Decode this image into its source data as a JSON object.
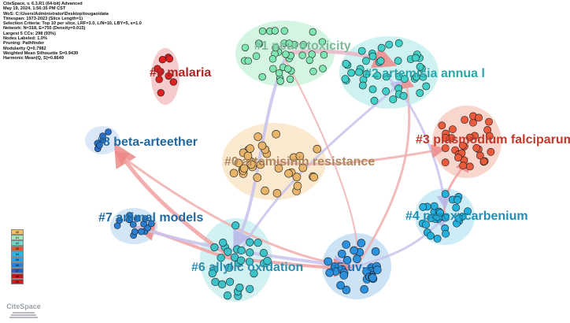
{
  "info_lines": [
    "CiteSpace, v. 6.3.R1 (64-bit) Advanced",
    "May 19, 2024, 1:56:35 PM CST",
    "WoS: C:\\Users\\Administrator\\Desktop\\tougao\\data",
    "Timespan: 1973-2023 (Slice Length=1)",
    "Selection Criteria: Top 10 per slice, LRF=3.0, L/N=10, LBY=5, e=1.0",
    "Network: N=318, E=755 (Density=0.015)",
    "Largest 5 CCs: 298 (93%)",
    "Nodes Labeled: 1.0%",
    "Pruning: Pathfinder",
    "Modularity Q=0.7982",
    "Weighted Mean Silhouette S=0.9439",
    "Harmonic Mean(Q, S)=0.8649"
  ],
  "clusters": [
    {
      "id": "c0",
      "label": "#0 artemisinin resistance",
      "label_color": "#b0875e",
      "node_color": "#e8b46a",
      "halo_color": "#fbe6c8"
    },
    {
      "id": "c1",
      "label": "#1 neurotoxicity",
      "label_color": "#7fb99a",
      "node_color": "#7ee6b0",
      "halo_color": "#cdf3dd"
    },
    {
      "id": "c2",
      "label": "#2 artemisia annua l",
      "label_color": "#2aa6a8",
      "node_color": "#3fd0c8",
      "halo_color": "#c6f0ee"
    },
    {
      "id": "c3",
      "label": "#3 plasmodium falciparum",
      "label_color": "#c0392b",
      "node_color": "#ea5a3c",
      "halo_color": "#f8cfc4"
    },
    {
      "id": "c4",
      "label": "#4 peroxycarbenium",
      "label_color": "#1f8fb3",
      "node_color": "#23b0df",
      "halo_color": "#c4e9f5"
    },
    {
      "id": "c5",
      "label": "#5 uv-c",
      "label_color": "#1f6fb3",
      "node_color": "#2b90dd",
      "halo_color": "#c3def5"
    },
    {
      "id": "c6",
      "label": "#6 allylic oxidation",
      "label_color": "#2f8fae",
      "node_color": "#3cc2c9",
      "halo_color": "#c9eff0"
    },
    {
      "id": "c7",
      "label": "#7 animal models",
      "label_color": "#1f6aa5",
      "node_color": "#2a7fd0",
      "halo_color": "#cde1f4"
    },
    {
      "id": "c8",
      "label": "#8 beta-arteether",
      "label_color": "#1f6aa5",
      "node_color": "#2a6fc9",
      "halo_color": "#d3e3f5"
    },
    {
      "id": "c9",
      "label": "#9 malaria",
      "label_color": "#b22222",
      "node_color": "#e02020",
      "halo_color": "#f5c2c2"
    }
  ],
  "legend": [
    {
      "text": "#0",
      "color": "#f0c060"
    },
    {
      "text": "#1",
      "color": "#a6e6b8"
    },
    {
      "text": "#2",
      "color": "#6ed9c9"
    },
    {
      "text": "#3",
      "color": "#e0553c"
    },
    {
      "text": "#4",
      "color": "#28b8e6"
    },
    {
      "text": "#5",
      "color": "#2aa0e8"
    },
    {
      "text": "#6",
      "color": "#2f7fd6"
    },
    {
      "text": "#7",
      "color": "#2a5fb8"
    },
    {
      "text": "#8",
      "color": "#b02020"
    },
    {
      "text": "#9",
      "color": "#cc1f1f"
    }
  ],
  "logo_text": "CiteSpace"
}
